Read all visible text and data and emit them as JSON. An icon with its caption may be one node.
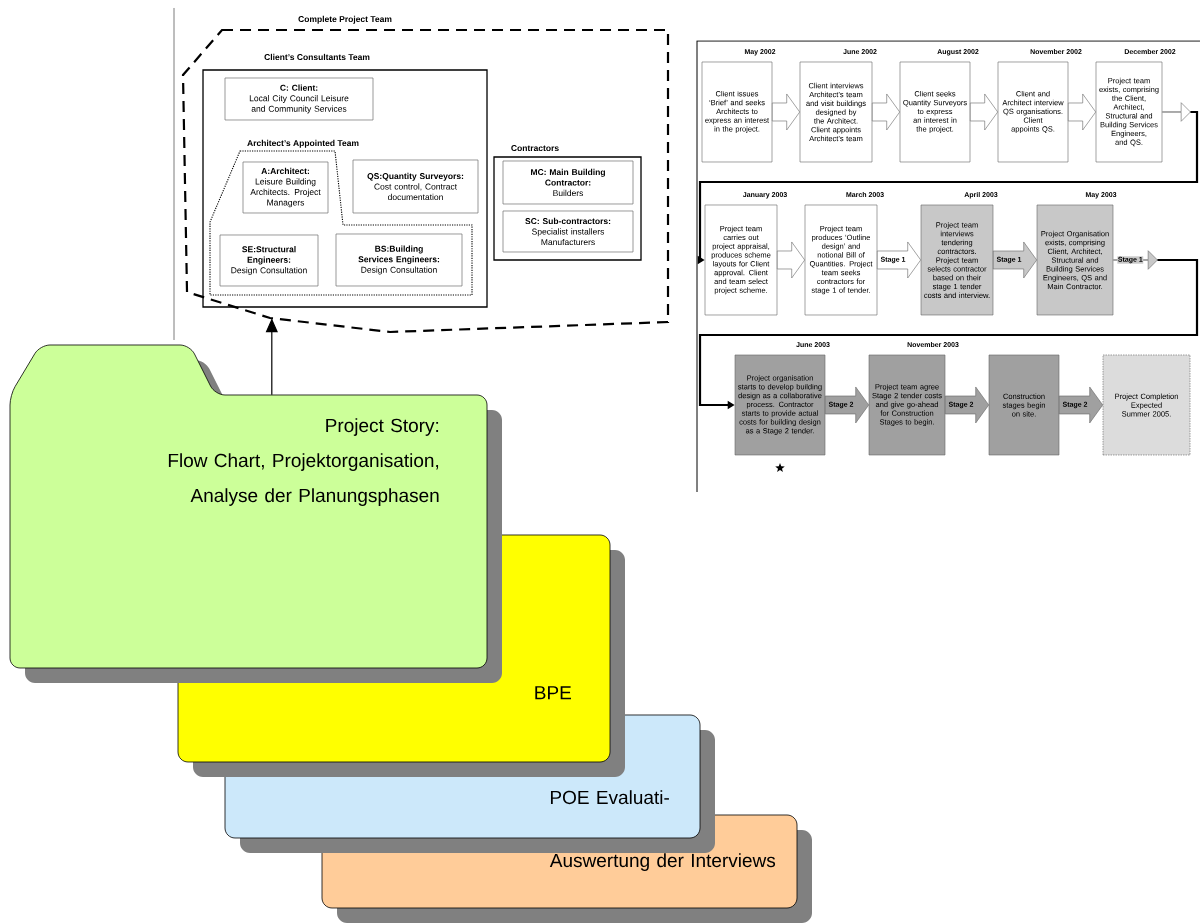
{
  "diagram": {
    "nodes": [
      {
        "text": [
          "Complete Project Team"
        ]
      },
      {
        "text": [
          "Client’s Consultants Team"
        ],
        "in": 0
      },
      {
        "text": [
          "C: Client:",
          "Local City Council Leisure and Community Services"
        ],
        "in": 1
      },
      {
        "text": [
          "Architect’s Appointed Team"
        ],
        "in": 1
      },
      {
        "text": [
          "A:Architect:",
          "Leisure Building Architects. Project Managers"
        ],
        "in": 3
      },
      {
        "text": [
          "QS:Quantity Surveyors:",
          "Cost control, Contract documentation"
        ],
        "in": 1
      },
      {
        "text": [
          "SE:Structural Engineers:",
          "Design Consultation"
        ],
        "in": 3
      },
      {
        "text": [
          "BS:Building Services Engineers:",
          "Design Consultation"
        ],
        "in": 3
      },
      {
        "text": [
          "Contractors"
        ],
        "in": 0
      },
      {
        "text": [
          "MC: Main Building Contractor:",
          "Builders"
        ],
        "in": 8
      },
      {
        "text": [
          "SC: Sub-contractors:",
          "Specialist installers Manufacturers"
        ],
        "in": 8
      },
      {
        "text": [
          "Client issues ‘Brief’ and seeks Architects to express an interest in the project."
        ],
        "beside": [
          "May 2002"
        ]
      },
      {
        "text": [
          "Client interviews Architect’s team and visit buildings designed by the Architect. Client appoints Architect’s team"
        ],
        "beside": [
          "June 2002"
        ]
      },
      {
        "text": [
          "Client seeks Quantity Surveyors to express an interest in the project."
        ],
        "beside": [
          "August 2002"
        ]
      },
      {
        "text": [
          "Client and Architect interview QS organisations. Client appoints QS."
        ],
        "beside": [
          "November 2002"
        ]
      },
      {
        "text": [
          "Project team exists, comprising the Client, Architect, Structural and Building Services Engineers, and QS."
        ],
        "beside": [
          "December 2002"
        ]
      },
      {
        "text": [
          "Project team carries out project appraisal, produces scheme layouts for Client approval. Client and team select project scheme."
        ],
        "beside": [
          "January 2003"
        ]
      },
      {
        "text": [
          "Project team produces ‘Outline design’ and notional Bill of Quantities. Project team seeks contractors for stage 1 of tender."
        ],
        "beside": [
          "March 2003"
        ]
      },
      {
        "text": [
          "Project team interviews tendering contractors. Project team selects contractor based on their stage 1 tender costs and interview."
        ],
        "beside": [
          "April 2003"
        ]
      },
      {
        "text": [
          "Project Organisation exists, comprising Client, Architect, Structural and Building Services Engineers, QS and Main Contractor."
        ],
        "beside": [
          "May 2003"
        ]
      },
      {
        "text": [
          "Project organisation starts to develop building design as a collaborative process. Contractor starts to provide actual costs for building design as a Stage 2 tender."
        ],
        "beside": [
          "June 2003"
        ]
      },
      {
        "text": [
          "Project team agree Stage 2 tender costs and give go-ahead for Construction Stages to begin."
        ],
        "beside": [
          "November 2003"
        ]
      },
      {
        "text": [
          "Construction stages begin on site."
        ]
      },
      {
        "text": [
          "Project Completion Expected Summer 2005."
        ]
      },
      {
        "text": [
          "Project Story:",
          "Flow Chart, Projektorganisation, Analyse der Planungsphasen"
        ]
      },
      {
        "text": [
          "BPE"
        ]
      },
      {
        "text": [
          "POE Evaluati-"
        ]
      },
      {
        "text": [
          "Auswertung der Interviews"
        ]
      }
    ],
    "edges": [
      {
        "from": 11,
        "to": 12,
        "arrow": "to"
      },
      {
        "from": 12,
        "to": 13,
        "arrow": "to"
      },
      {
        "from": 13,
        "to": 14,
        "arrow": "to"
      },
      {
        "from": 14,
        "to": 15,
        "arrow": "to"
      },
      {
        "from": 15,
        "to": 16,
        "arrow": "to"
      },
      {
        "from": 16,
        "to": 17,
        "arrow": "to"
      },
      {
        "from": 17,
        "to": 18,
        "arrow": "to",
        "label": "Stage 1"
      },
      {
        "from": 18,
        "to": 19,
        "arrow": "to",
        "label": "Stage 1",
        "color": "#c8c8c8"
      },
      {
        "from": 19,
        "to": 20,
        "arrow": "to",
        "label": "Stage 1"
      },
      {
        "from": 20,
        "to": 21,
        "arrow": "to",
        "label": "Stage 2",
        "color": "#a0a0a0"
      },
      {
        "from": 21,
        "to": 22,
        "arrow": "to",
        "label": "Stage 2",
        "color": "#a0a0a0"
      },
      {
        "from": 22,
        "to": 23,
        "arrow": "to",
        "label": "Stage 2",
        "color": "#a0a0a0"
      },
      {
        "from": 24,
        "to": 0,
        "arrow": "to"
      }
    ]
  }
}
